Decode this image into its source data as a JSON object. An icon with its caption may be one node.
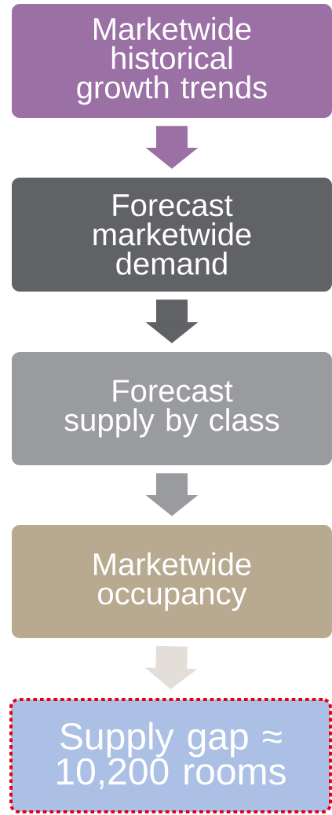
{
  "diagram": {
    "nodes": [
      {
        "text": [
          "Marketwide historical growth trends"
        ]
      },
      {
        "text": [
          "Forecast marketwide demand"
        ]
      },
      {
        "text": [
          "Forecast supply by class"
        ]
      },
      {
        "text": [
          "Marketwide occupancy"
        ]
      },
      {
        "text": [
          "Supply gap ≈ 10,200 rooms"
        ]
      }
    ],
    "edges": [
      {
        "from": 0,
        "to": 1,
        "arrow": "to",
        "color": "#9a70a5"
      },
      {
        "from": 1,
        "to": 2,
        "arrow": "to",
        "color": "#616265"
      },
      {
        "from": 2,
        "to": 3,
        "arrow": "to",
        "color": "#9a9b9e"
      },
      {
        "from": 3,
        "to": 4,
        "arrow": "to",
        "color": "#e3dfd8"
      }
    ]
  }
}
